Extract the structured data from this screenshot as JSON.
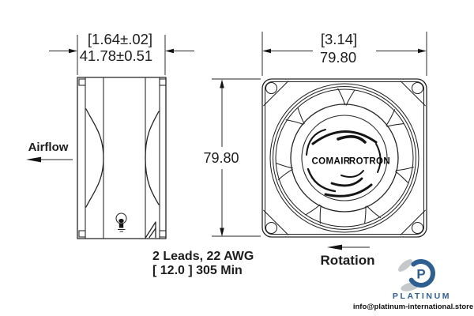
{
  "drawing": {
    "side_view": {
      "width_dim_in": "[1.64±.02]",
      "width_dim_mm": "41.78±0.51",
      "airflow_label": "Airflow"
    },
    "front_view": {
      "width_dim_in": "[3.14]",
      "width_dim_mm": "79.80",
      "height_dim_mm": "79.80",
      "hub_brand_left": "COMAIR",
      "hub_brand_right": "ROTRON",
      "rotation_label": "Rotation"
    },
    "leads_note_line1": "2 Leads, 22 AWG",
    "leads_note_line2": "[ 12.0 ] 305 Min"
  },
  "watermark": {
    "letter": "P",
    "brand": "PLATINUM",
    "email": "info@platinum-international.store",
    "blue": "#2d5f92",
    "gray": "#c6c9cc"
  },
  "colors": {
    "line": "#242424",
    "background": "#ffffff"
  }
}
